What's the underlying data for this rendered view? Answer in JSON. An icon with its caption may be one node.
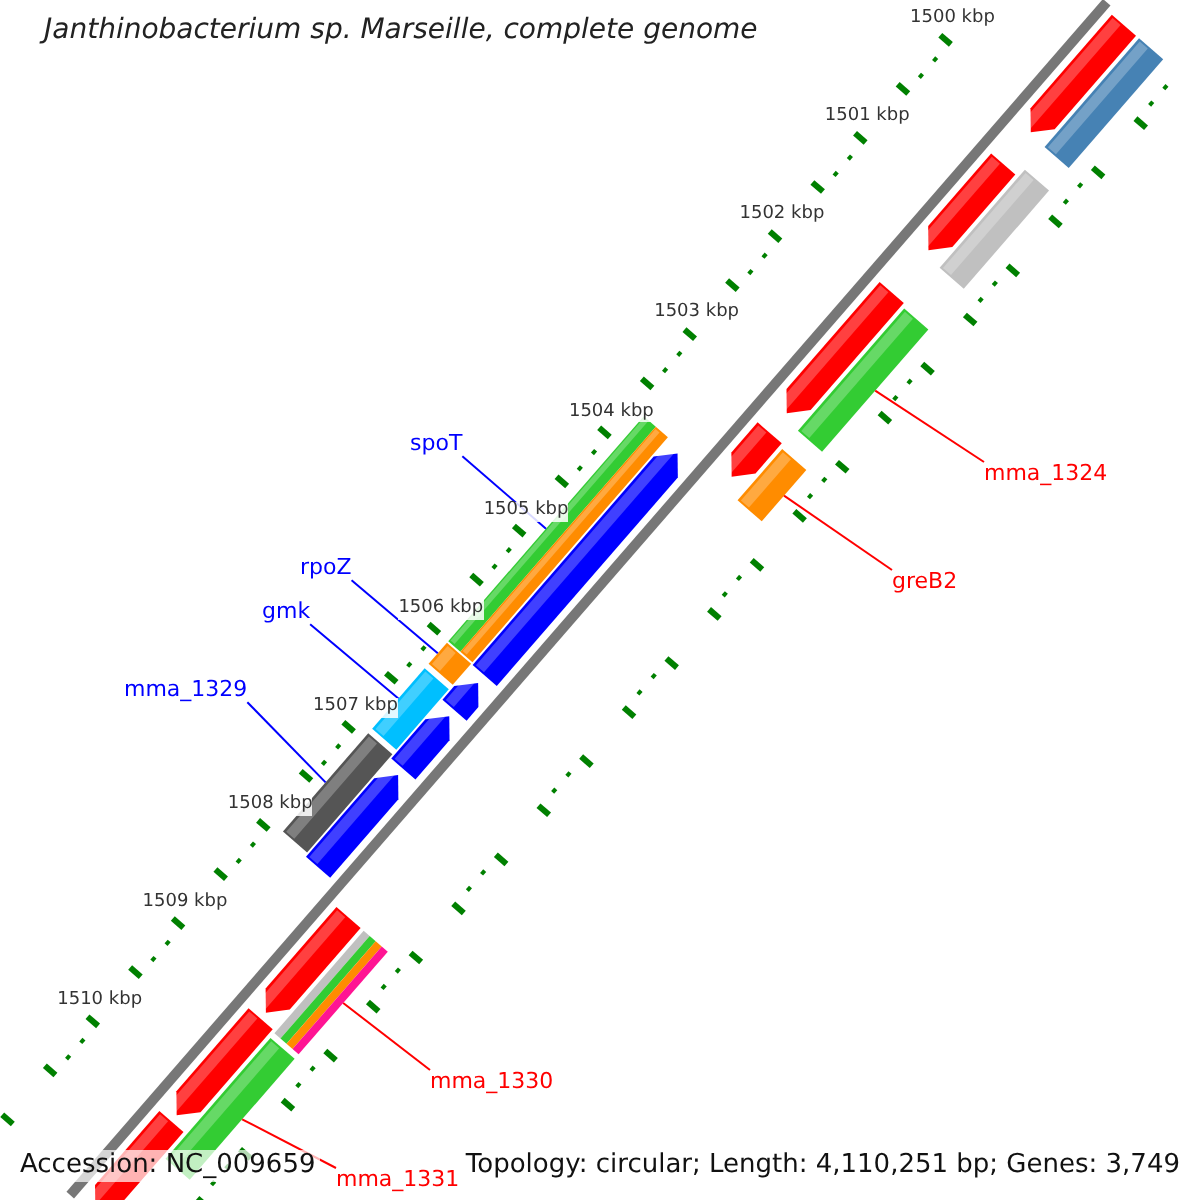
{
  "diagram": {
    "title": "Janthinobacterium sp. Marseille, complete genome",
    "nodes": [
      {
        "text": [
          "spoT"
        ]
      },
      {
        "text": [],
        "shape": "bar"
      },
      {
        "text": [
          "rpoZ"
        ]
      },
      {
        "text": [],
        "shape": "bar"
      },
      {
        "text": [
          "gmk"
        ]
      },
      {
        "text": [],
        "shape": "bar"
      },
      {
        "text": [
          "mma_1329"
        ]
      },
      {
        "text": [],
        "shape": "bar"
      },
      {
        "text": [
          "mma_1324"
        ]
      },
      {
        "text": [],
        "shape": "bar"
      },
      {
        "text": [
          "greB2"
        ]
      },
      {
        "text": [],
        "shape": "bar"
      },
      {
        "text": [
          "mma_1330"
        ]
      },
      {
        "text": [],
        "shape": "bar"
      },
      {
        "text": [
          "mma_1331"
        ]
      },
      {
        "text": [],
        "shape": "bar"
      }
    ],
    "edges": [
      {
        "from": 0,
        "to": 1,
        "arrow": "none",
        "color": "#0000ff"
      },
      {
        "from": 2,
        "to": 3,
        "arrow": "none",
        "color": "#0000ff"
      },
      {
        "from": 4,
        "to": 5,
        "arrow": "none",
        "color": "#0000ff"
      },
      {
        "from": 6,
        "to": 7,
        "arrow": "none",
        "color": "#0000ff"
      },
      {
        "from": 8,
        "to": 9,
        "arrow": "none",
        "color": "#ff0000"
      },
      {
        "from": 10,
        "to": 11,
        "arrow": "none",
        "color": "#ff0000"
      },
      {
        "from": 12,
        "to": 13,
        "arrow": "none",
        "color": "#ff0000"
      },
      {
        "from": 14,
        "to": 15,
        "arrow": "none",
        "color": "#ff0000"
      }
    ],
    "labels": [
      "1500 kbp",
      "1501 kbp",
      "1502 kbp",
      "1503 kbp",
      "1504 kbp",
      "1505 kbp",
      "1506 kbp",
      "1507 kbp",
      "1508 kbp",
      "1509 kbp",
      "1510 kbp",
      "Accession: NC_009659",
      "Topology: circular; Length: 4,110,251 bp; Genes: 3,749"
    ]
  }
}
